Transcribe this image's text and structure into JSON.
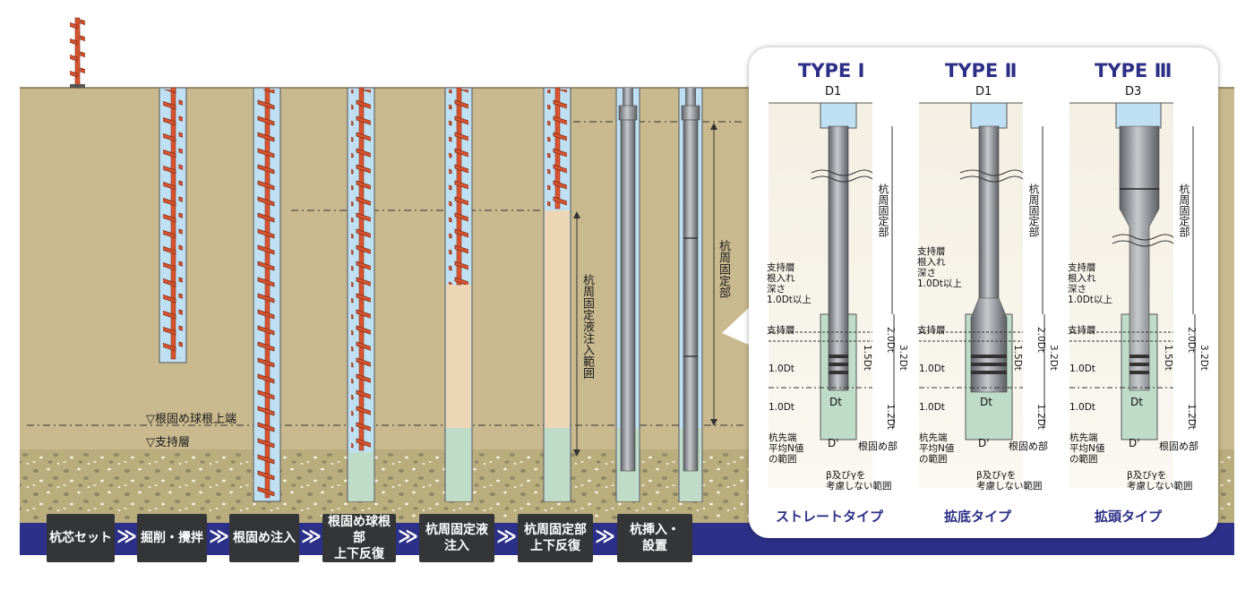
{
  "steps": [
    "杭芯セット",
    "掘削・攪拌",
    "根固め注入",
    "根固め球根部\n上下反復",
    "杭周固定液\n注入",
    "杭周固定部\n上下反復",
    "杭挿入・\n設置"
  ],
  "step_separator": "≫",
  "main_labels": {
    "bulb_top": "▽根固め球根上端",
    "support_layer": "▽支持層",
    "fixing_liquid_range": "杭周固定液注入範囲",
    "pile_fixed_part": "杭周固定部"
  },
  "types": [
    {
      "title": "TYPE Ⅰ",
      "subtitle": "ストレートタイプ",
      "top_dim": "D1",
      "side_vertical": "杭周固定部",
      "embed_label": "支持層\n根入れ\n深さ\n1.0Dt以上",
      "support_label": "支持層",
      "d10a": "1.0Dt",
      "d10b": "1.0Dt",
      "dt": "Dt",
      "d15": "1.5Dt",
      "d20": "2.0Dt",
      "d32": "3.2Dt",
      "d12": "1.2Dt",
      "dprime": "D'",
      "tip_label": "杭先端\n平均N値\nの範囲",
      "root_label": "根固め部",
      "excluded_label": "β及びγを\n考慮しない範囲"
    },
    {
      "title": "TYPE Ⅱ",
      "subtitle": "拡底タイプ",
      "top_dim": "D1",
      "side_vertical": "杭周固定部",
      "embed_label": "支持層\n根入れ\n深さ\n1.0Dt以上",
      "support_label": "支持層",
      "d10a": "1.0Dt",
      "d10b": "1.0Dt",
      "dt": "Dt",
      "d15": "1.5Dt",
      "d20": "2.0Dt",
      "d32": "3.2Dt",
      "d12": "1.2Dt",
      "dprime": "D'",
      "tip_label": "杭先端\n平均N値\nの範囲",
      "root_label": "根固め部",
      "excluded_label": "β及びγを\n考慮しない範囲"
    },
    {
      "title": "TYPE Ⅲ",
      "subtitle": "拡頭タイプ",
      "top_dim": "D3",
      "side_vertical": "杭周固定部",
      "embed_label": "支持層\n根入れ\n深さ\n1.0Dt以上",
      "support_label": "支持層",
      "d10a": "1.0Dt",
      "d10b": "1.0Dt",
      "dt": "Dt",
      "d15": "1.5Dt",
      "d20": "2.0Dt",
      "d32": "3.2Dt",
      "d12": "1.2Dt",
      "dprime": "D'",
      "tip_label": "杭先端\n平均N値\nの範囲",
      "root_label": "根固め部",
      "excluded_label": "β及びγを\n考慮しない範囲"
    }
  ],
  "colors": {
    "soil": "#c9b98e",
    "gravel": "#b3a878",
    "water_blue": "#bfe0f2",
    "auger_red": "#d9532f",
    "cement_green": "#bfdcc8",
    "fixing_beige": "#ecd6b5",
    "pile_gray": "#8e9296",
    "band_blue": "#2c3088",
    "title_blue": "#2c2f86"
  }
}
